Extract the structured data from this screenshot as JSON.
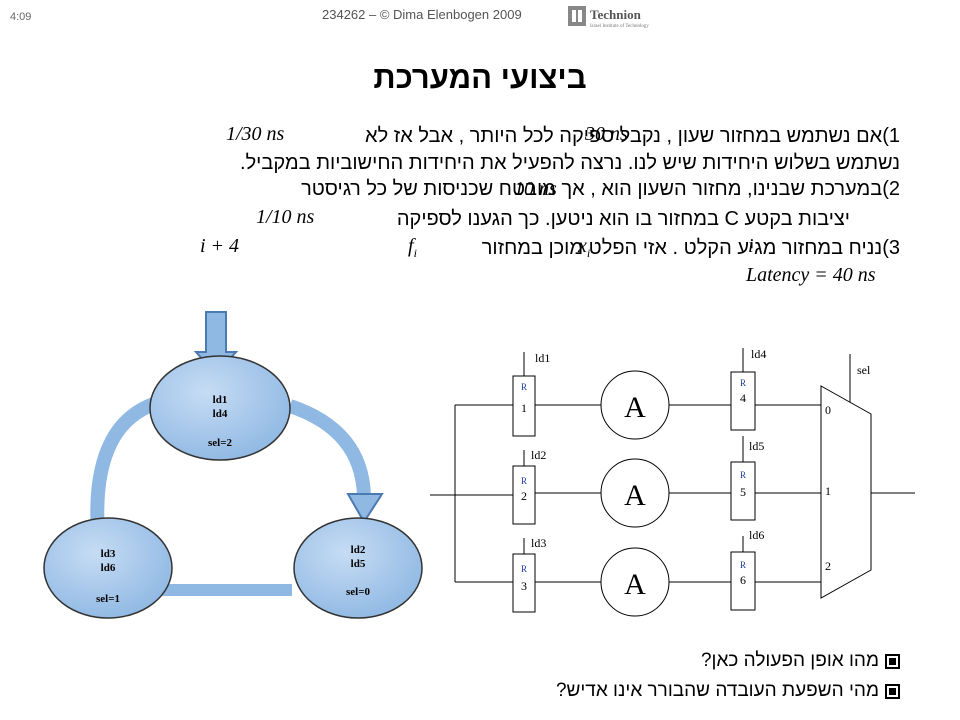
{
  "header": {
    "time": "4:09",
    "copyright": "234262 – © Dima Elenbogen 2009",
    "logo_text": "Technion",
    "logo_sub": "Israel Institute of Technology"
  },
  "title": "ביצועי המערכת",
  "body": {
    "line1": "1)אם נשתמש במחזור שעון , נקבל ספיקה לכל היותר , אבל אז לא",
    "line2": "נשתמש בשלוש היחידות שיש לנו. נרצה להפעיל את היחידות החישוביות במקביל.",
    "line3": "2)במערכת שבנינו, מחזור השעון הוא , אך מובטח שכניסות של כל רגיסטר",
    "line4": "יציבות בקטע C במחזור בו הוא ניטען. כך הגענו לספיקה",
    "line5": "3)נניח במחזור מגיע הקלט . אזי הפלט מוכן במחזור"
  },
  "math": {
    "m_30ns": "30 ns",
    "m_1_30ns": "1/30 ns",
    "m_10ns": "10 ns",
    "m_1_10ns": "1/10 ns",
    "m_i": "i",
    "m_xi": "x",
    "m_xi_sub": "i",
    "m_fi": "f",
    "m_fi_sub": "i",
    "m_i4": "i + 4",
    "latency": "Latency = 40 ns"
  },
  "state_diagram": {
    "states": [
      {
        "lines": [
          "ld1",
          "ld4",
          "sel=2"
        ]
      },
      {
        "lines": [
          "ld2",
          "ld5",
          "sel=0"
        ]
      },
      {
        "lines": [
          "ld3",
          "ld6",
          "sel=1"
        ]
      }
    ]
  },
  "circuit": {
    "registers_left": [
      {
        "r": "R",
        "n": "1",
        "ld": "ld1"
      },
      {
        "r": "R",
        "n": "2",
        "ld": "ld2"
      },
      {
        "r": "R",
        "n": "3",
        "ld": "ld3"
      }
    ],
    "registers_right": [
      {
        "r": "R",
        "n": "4",
        "ld": "ld4"
      },
      {
        "r": "R",
        "n": "5",
        "ld": "ld5"
      },
      {
        "r": "R",
        "n": "6",
        "ld": "ld6"
      }
    ],
    "unit_label": "A",
    "mux_inputs": [
      "0",
      "1",
      "2"
    ],
    "mux_sel": "sel"
  },
  "questions": [
    "מהו אופן הפעולה כאן?",
    "מהי השפעת העובדה שהבורר אינו אדיש?"
  ]
}
